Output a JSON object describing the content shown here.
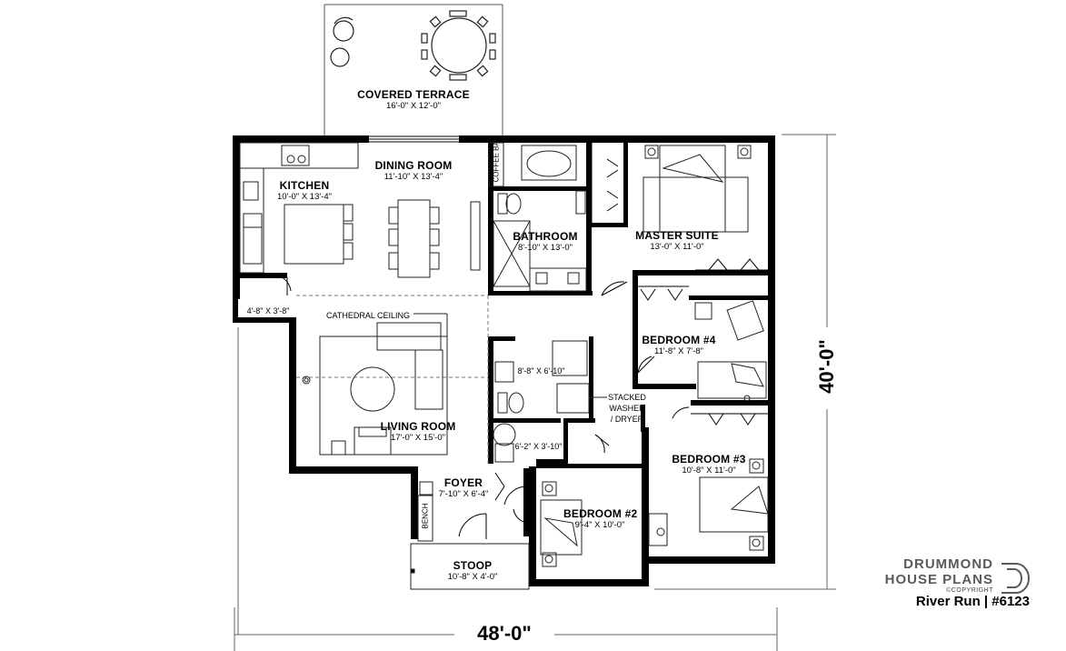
{
  "rooms": [
    {
      "name": "COVERED TERRACE",
      "dims": "16'-0\" X 12'-0\""
    },
    {
      "name": "DINING ROOM",
      "dims": "11'-10\" X 13'-4\""
    },
    {
      "name": "KITCHEN",
      "dims": "10'-0\" X 13'-4\""
    },
    {
      "name": "BATHROOM",
      "dims": "8'-10\" X 13'-0\""
    },
    {
      "name": "MASTER SUITE",
      "dims": "13'-0\" X 11'-0\""
    },
    {
      "name": "BEDROOM #4",
      "dims": "11'-8\" X 7'-8\""
    },
    {
      "name": "LIVING ROOM",
      "dims": "17'-0\" X 15'-0\""
    },
    {
      "name": "BEDROOM #3",
      "dims": "10'-8\" X 11'-0\""
    },
    {
      "name": "FOYER",
      "dims": "7'-10\" X 6'-4\""
    },
    {
      "name": "BEDROOM #2",
      "dims": "9'-4\" X 10'-0\""
    },
    {
      "name": "STOOP",
      "dims": "10'-8\" X 4'-0\""
    }
  ],
  "small_labels": {
    "coffee_bar": "COFFEE BAR",
    "closet": "4'-8\" X 3'-8\"",
    "cathedral": "CATHEDRAL CEILING",
    "laundry": "8'-8\" X 6'-10\"",
    "stacked": "STACKED",
    "washer": "WASHER",
    "dryer": "/ DRYER",
    "powder": "6'-2\" X 3'-10\"",
    "bench": "BENCH"
  },
  "dimensions": {
    "width": "48'-0\"",
    "depth": "40'-0\""
  },
  "brand": {
    "line1": "DRUMMOND",
    "line2": "HOUSE PLANS",
    "copyright": "©COPYRIGHT",
    "plan_name": "River Run | #6123"
  }
}
